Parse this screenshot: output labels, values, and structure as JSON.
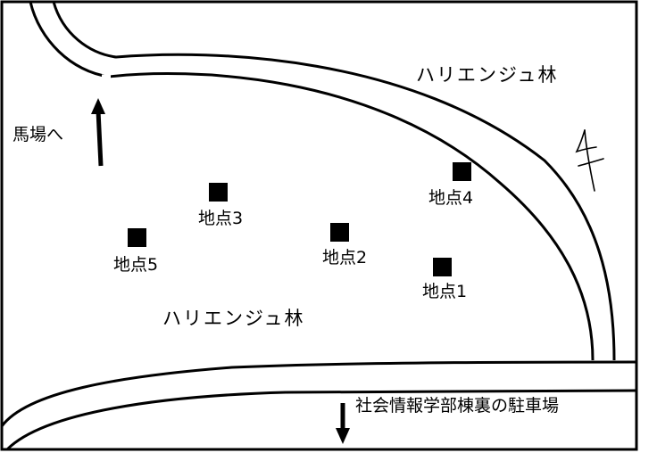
{
  "areas": {
    "forest_north": "ハリエンジュ林",
    "forest_south": "ハリエンジュ林"
  },
  "directions": {
    "horse_track": "馬場へ",
    "parking": "社会情報学部棟裏の駐車場"
  },
  "points": [
    {
      "id": "1",
      "label": "地点1"
    },
    {
      "id": "2",
      "label": "地点2"
    },
    {
      "id": "3",
      "label": "地点3"
    },
    {
      "id": "4",
      "label": "地点4"
    },
    {
      "id": "5",
      "label": "地点5"
    }
  ],
  "north_mark": "北",
  "colors": {
    "ink": "#000000",
    "paper": "#ffffff"
  },
  "icons": {
    "north": "north-arrow-icon",
    "arrow_up": "arrow-up-icon",
    "arrow_down": "arrow-down-icon",
    "point": "square-marker-icon"
  }
}
